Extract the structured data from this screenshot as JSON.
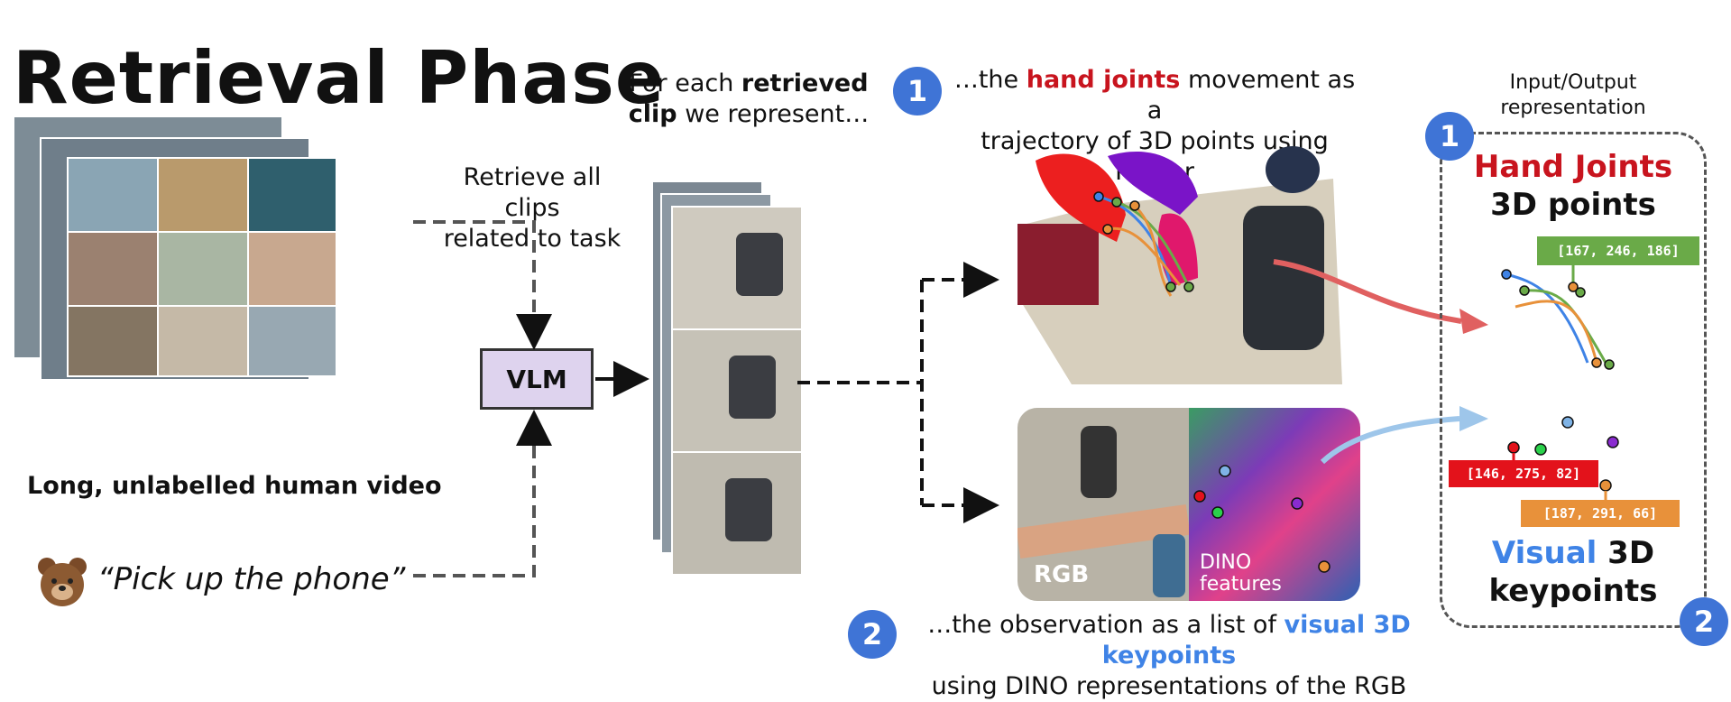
{
  "title": "Retrieval Phase",
  "left": {
    "caption": "Long, unlabelled human video",
    "prompt": "“Pick up the phone”",
    "retrieve_label_line1": "Retrieve all clips",
    "retrieve_label_line2": "related to task"
  },
  "vlm": {
    "label": "VLM"
  },
  "middle": {
    "header_line1_a": "For each ",
    "header_line1_b": "retrieved",
    "header_line2_a": "clip",
    "header_line2_b": " we represent…"
  },
  "step1": {
    "badge": "1",
    "line1_a": "…the ",
    "line1_b": "hand joints",
    "line1_c": " movement as a",
    "line2": "trajectory of 3D points using HaMer"
  },
  "step2": {
    "badge": "2",
    "line1_a": "…the observation as a list of ",
    "line1_b": "visual 3D keypoints",
    "line2": "using DINO representations of the RGB"
  },
  "image_labels": {
    "rgb": "RGB",
    "dino_line1": "DINO",
    "dino_line2": "features"
  },
  "io": {
    "header_line1": "Input/Output",
    "header_line2": "representation",
    "badge_top": "1",
    "badge_bottom": "2",
    "hand_title_a": "Hand Joints",
    "hand_title_b": "3D points",
    "hand_coord": "[167, 246, 186]",
    "visual_a": "Visual",
    "visual_b": " 3D",
    "visual_c": "keypoints",
    "kp_coord_1": "[146, 275, 82]",
    "kp_coord_2": "[187, 291, 66]"
  },
  "colors": {
    "badge": "#3f74d6",
    "red": "#c8141e",
    "blue": "#3f83e6",
    "green_box": "#6aaa48",
    "red_box": "#e3121b",
    "orange_box": "#e8913a",
    "vlm_fill": "#ded3ee"
  }
}
